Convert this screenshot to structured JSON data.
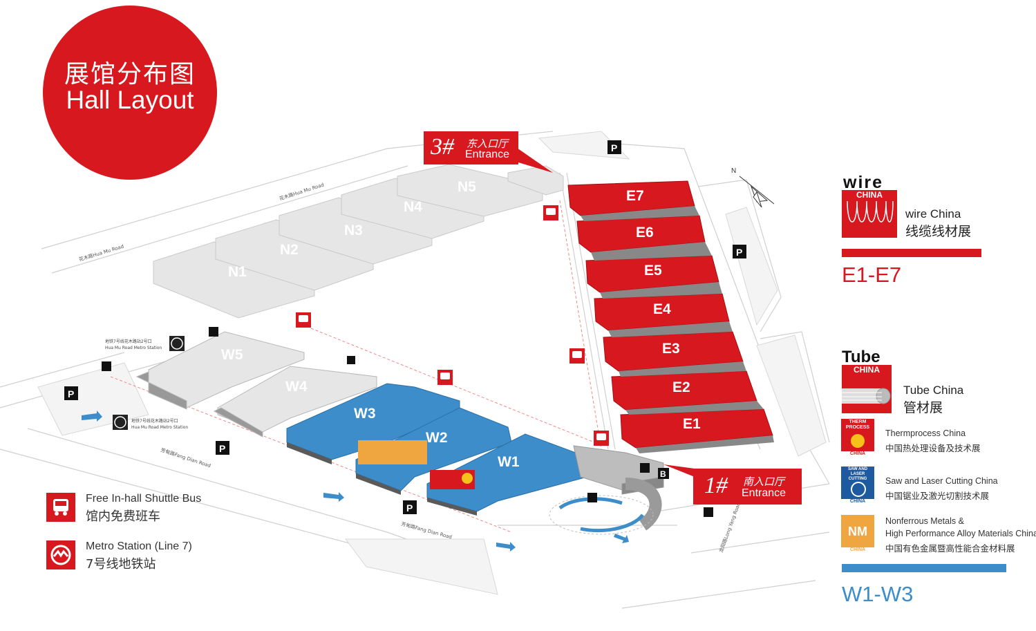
{
  "title": {
    "zh": "展馆分布图",
    "en": "Hall Layout"
  },
  "halls": {
    "north": [
      "N1",
      "N2",
      "N3",
      "N4",
      "N5"
    ],
    "east": [
      "E7",
      "E6",
      "E5",
      "E4",
      "E3",
      "E2",
      "E1"
    ],
    "west": [
      "W5",
      "W4",
      "W3",
      "W2",
      "W1"
    ]
  },
  "entrances": {
    "east": {
      "num": "3#",
      "zh": "东入口厅",
      "en": "Entrance"
    },
    "south": {
      "num": "1#",
      "zh": "南入口厅",
      "en": "Entrance"
    }
  },
  "roads": {
    "hua_mu_1": "花木路Hua Mu Road",
    "hua_mu_2": "花木路Hua Mu Road",
    "fang_dian_1": "芳甸路Fang Dian Road",
    "fang_dian_2": "芳甸路Fang Dian Road",
    "long_yang": "龙阳路Long Yang Road"
  },
  "metro_labels": {
    "top": {
      "zh": "地铁7号线花木路站2号口",
      "en": "Hua Mu Road Metro Station"
    },
    "bottom": {
      "zh": "地铁7号线花木路站2号口",
      "en": "Hua Mu Road Metro Station"
    }
  },
  "map_markers": {
    "parking": "P",
    "b": "B",
    "north": "N"
  },
  "legend": {
    "shuttle": {
      "en": "Free In-hall Shuttle Bus",
      "zh": "馆内免费班车"
    },
    "metro": {
      "en": "Metro Station (Line 7)",
      "zh": "7号线地铁站"
    }
  },
  "brands": {
    "wire": {
      "logo_top": "wire",
      "logo_sub": "CHINA",
      "name": "wire China",
      "zh": "线缆线材展",
      "range": "E1-E7",
      "color": "#d7181f"
    },
    "tube": {
      "logo_top": "Tube",
      "logo_sub": "CHINA",
      "name": "Tube China",
      "zh": "管材展",
      "range": "W1-W3",
      "color": "#3c8dca"
    }
  },
  "sub_shows": [
    {
      "logo": "THERM PROCESS",
      "logo_sub": "CHINA",
      "en": "Thermprocess China",
      "zh": "中国热处理设备及技术展"
    },
    {
      "logo": "SAW AND LASER CUTTING",
      "logo_sub": "CHINA",
      "en": "Saw and Laser Cutting China",
      "zh": "中国锯业及激光切割技术展"
    },
    {
      "logo": "NM",
      "logo_sub": "CHINA",
      "en1": "Nonferrous Metals &",
      "en2": "High Performance Alloy Materials China",
      "zh": "中国有色金属暨高性能合金材料展"
    }
  ],
  "colors": {
    "red": "#d7181f",
    "blue": "#3c8dca",
    "grey_hall": "#e4e4e4",
    "orange": "#f0a640"
  }
}
